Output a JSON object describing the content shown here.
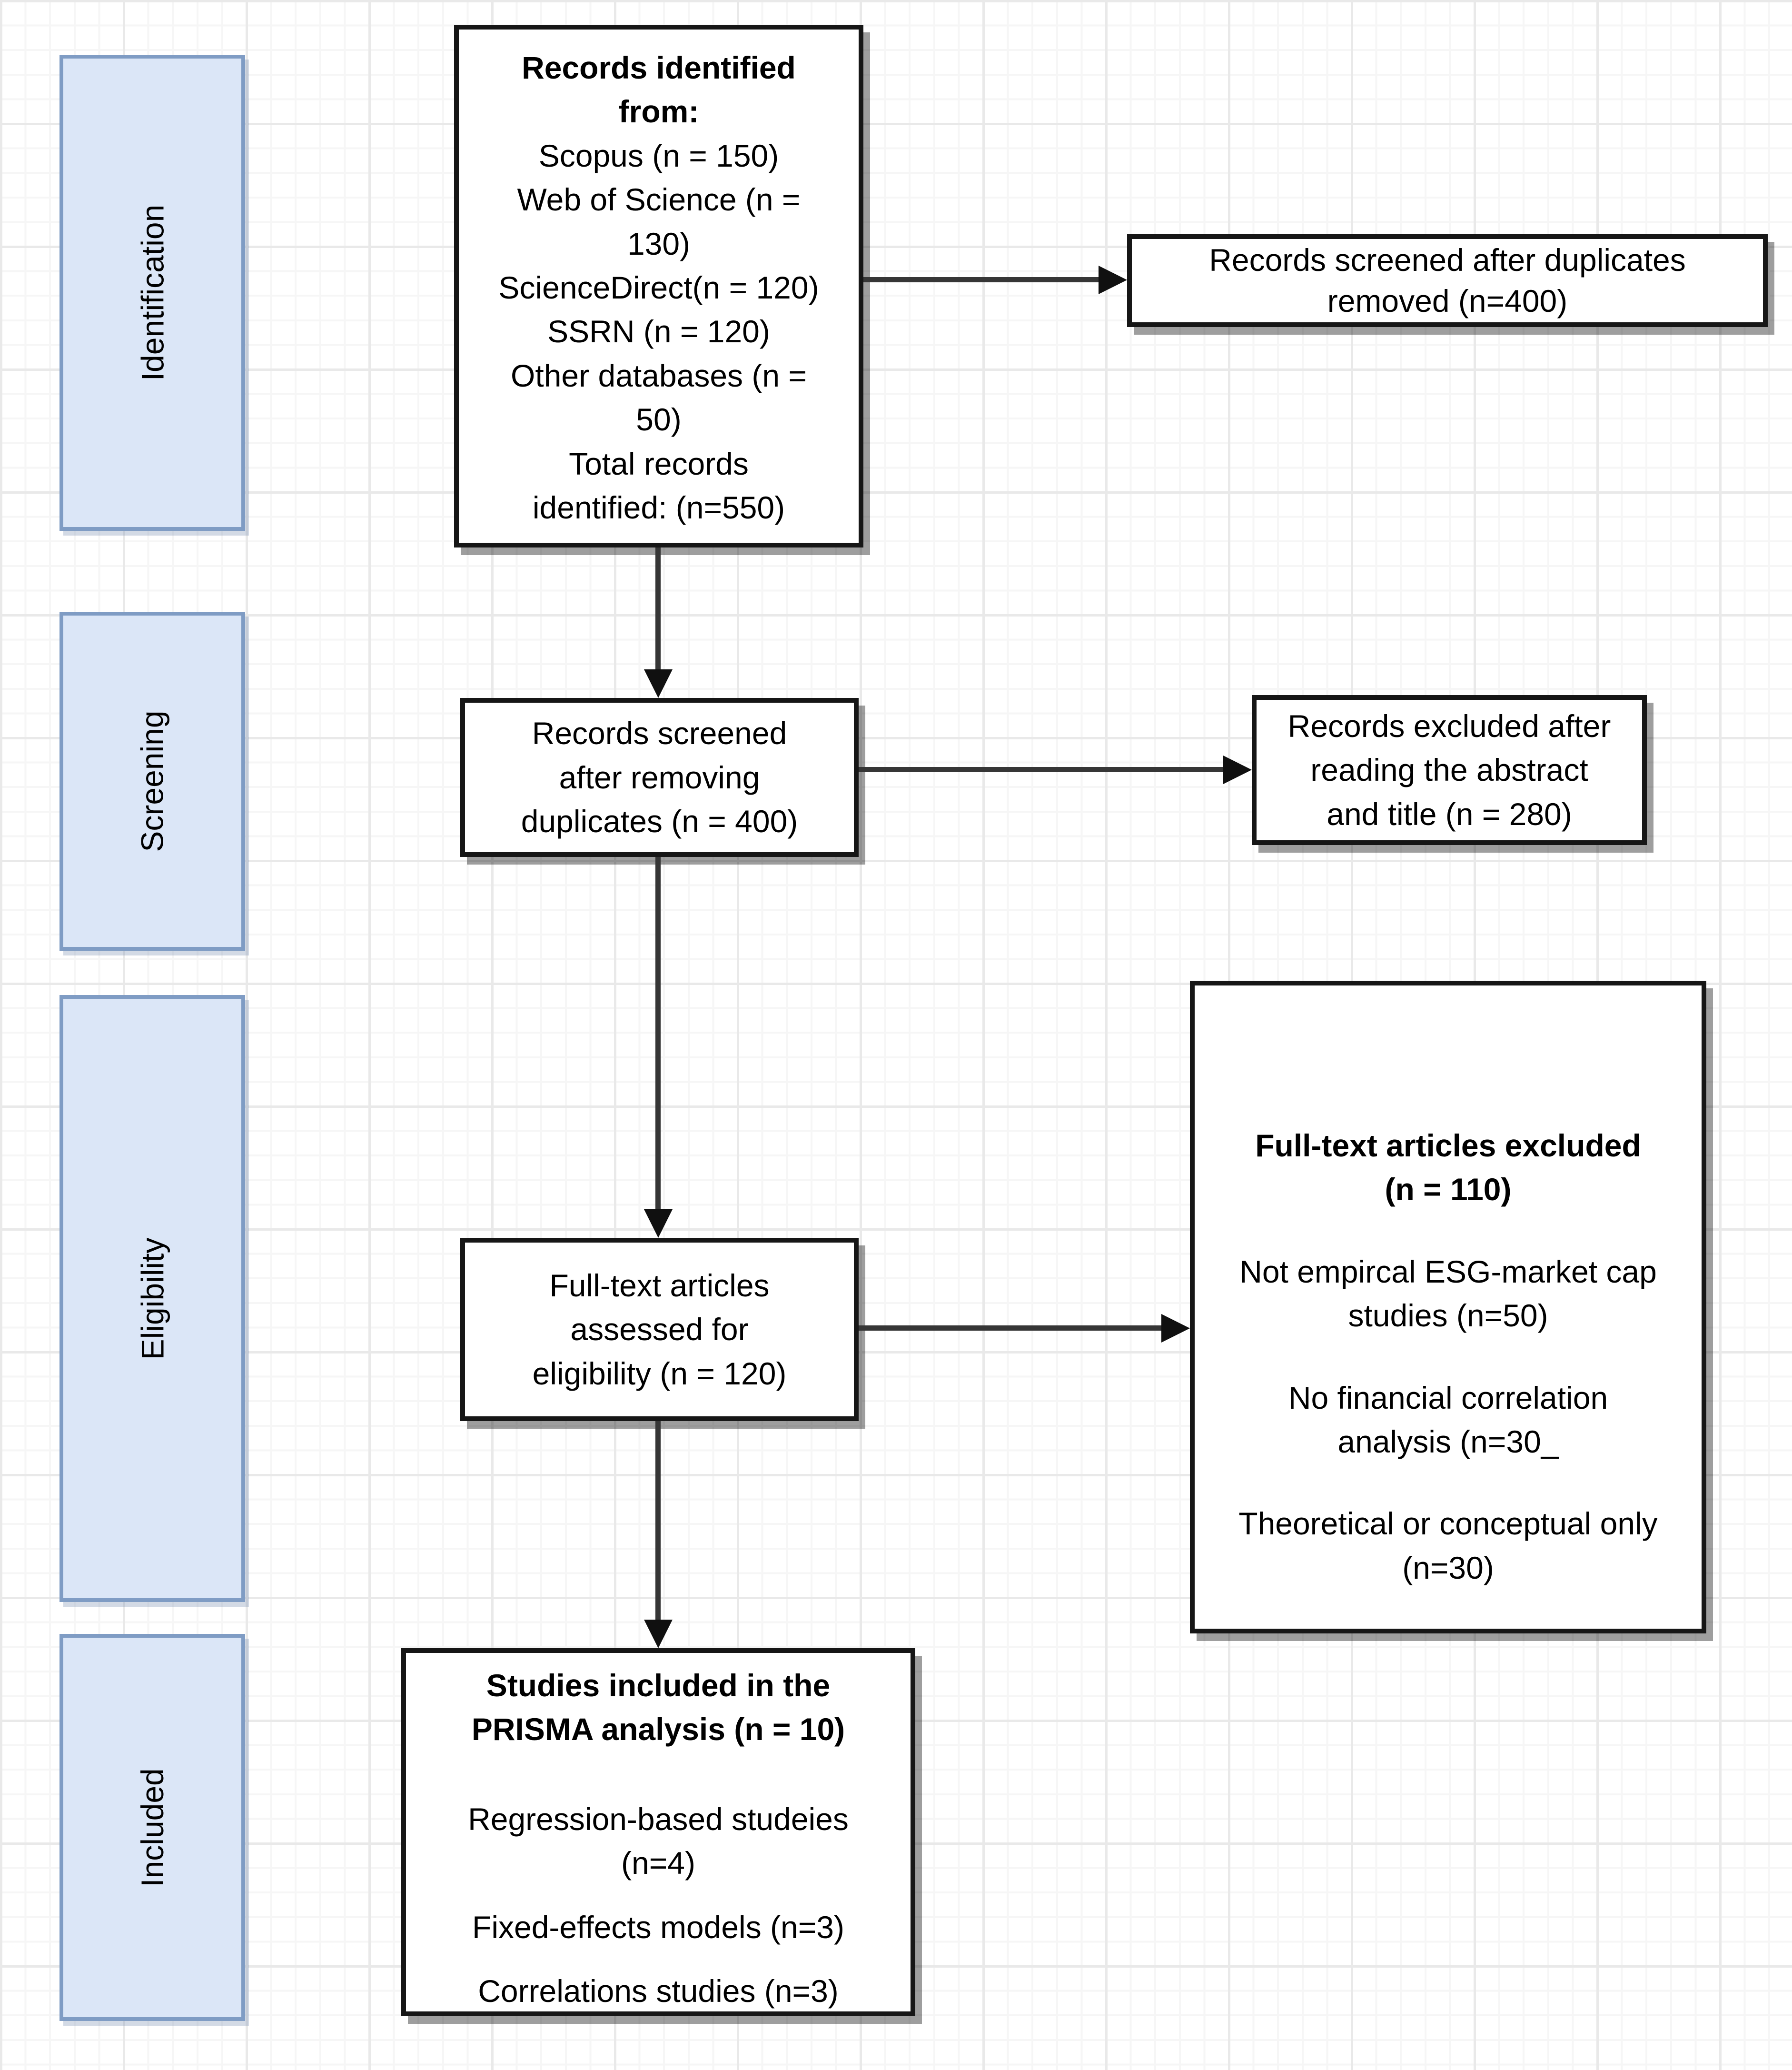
{
  "diagram": {
    "stages": [
      {
        "label": "Identification"
      },
      {
        "label": "Screening"
      },
      {
        "label": "Eligibility"
      },
      {
        "label": "Included"
      }
    ],
    "nodes": {
      "identified": {
        "title": "Records identified\nfrom:",
        "body": "Scopus (n = 150)\nWeb of Science (n =\n130)\nScienceDirect(n = 120)\nSSRN (n = 120)\nOther databases (n =\n50)\nTotal records\nidentified: (n=550)"
      },
      "screened_after_duplicates": {
        "body": "Records screened after duplicates\nremoved (n=400)"
      },
      "records_screened": {
        "body": "Records screened\nafter removing\nduplicates (n = 400)"
      },
      "records_excluded": {
        "body": "Records excluded after\nreading the abstract\nand title (n = 280)"
      },
      "fulltext_assessed": {
        "body": "Full-text articles\nassessed for\neligibility (n = 120)"
      },
      "fulltext_excluded": {
        "title": "Full-text articles excluded\n(n = 110)",
        "reasons": [
          "Not empircal ESG-market cap\nstudies (n=50)",
          "No financial correlation\nanalysis (n=30_",
          "Theoretical or conceptual only\n(n=30)"
        ]
      },
      "studies_included": {
        "title": "Studies included in the\nPRISMA analysis (n = 10)",
        "breakdown": [
          "Regression-based studeies\n(n=4)",
          "Fixed-effects models (n=3)",
          "Correlations studies (n=3)"
        ]
      }
    },
    "colors": {
      "stage_fill": "#dbe6f7",
      "stage_border": "#7f9cc4",
      "node_fill": "#ffffff",
      "node_border": "#161616",
      "connector": "#363636",
      "grid_major": "#e9e9e9",
      "grid_minor": "#f6f6f6",
      "text": "#000000"
    }
  }
}
